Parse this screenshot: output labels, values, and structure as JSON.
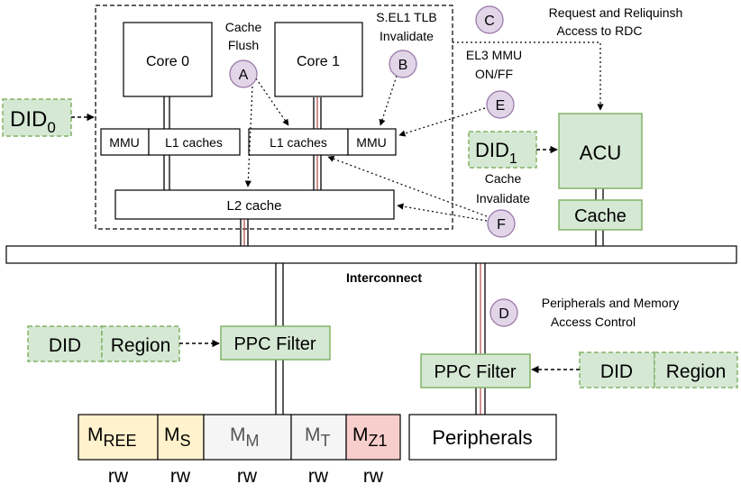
{
  "cores": {
    "core0": "Core 0",
    "core1": "Core 1"
  },
  "blocks": {
    "mmu_left": "MMU",
    "l1_left": "L1 caches",
    "l1_right": "L1 caches",
    "mmu_right": "MMU",
    "l2": "L2 cache",
    "interconnect": "Interconnect",
    "acu": "ACU",
    "acu_cache": "Cache",
    "ppc_left": "PPC Filter",
    "ppc_right": "PPC Filter",
    "peripherals": "Peripherals"
  },
  "did0": {
    "main": "DID",
    "sub": "0"
  },
  "did1": {
    "main": "DID",
    "sub": "1"
  },
  "did_left": {
    "did": "DID",
    "region": "Region"
  },
  "did_right": {
    "did": "DID",
    "region": "Region"
  },
  "markers": {
    "A": {
      "letter": "A",
      "line1": "Cache",
      "line2": "Flush"
    },
    "B": {
      "letter": "B",
      "line1": "S.EL1 TLB",
      "line2": "Invalidate"
    },
    "C": {
      "letter": "C",
      "line1": "Request and Reliquinsh",
      "line2": "Access to RDC"
    },
    "D": {
      "letter": "D",
      "line1": "Peripherals and Memory",
      "line2": "Access Control"
    },
    "E": {
      "letter": "E",
      "line1": "EL3 MMU",
      "line2": "ON/FF"
    },
    "F": {
      "letter": "F",
      "line1": "Cache",
      "line2": "Invalidate"
    }
  },
  "memory": [
    {
      "main": "M",
      "sub": "REE",
      "perm": "rw",
      "color": "#fff2cc"
    },
    {
      "main": "M",
      "sub": "S",
      "perm": "rw",
      "color": "#fff2cc"
    },
    {
      "main": "M",
      "sub": "M",
      "perm": "rw",
      "color": "#f5f5f5"
    },
    {
      "main": "M",
      "sub": "T",
      "perm": "rw",
      "color": "#f5f5f5"
    },
    {
      "main": "M",
      "sub": "Z1",
      "perm": "rw",
      "color": "#f8cecc"
    }
  ]
}
